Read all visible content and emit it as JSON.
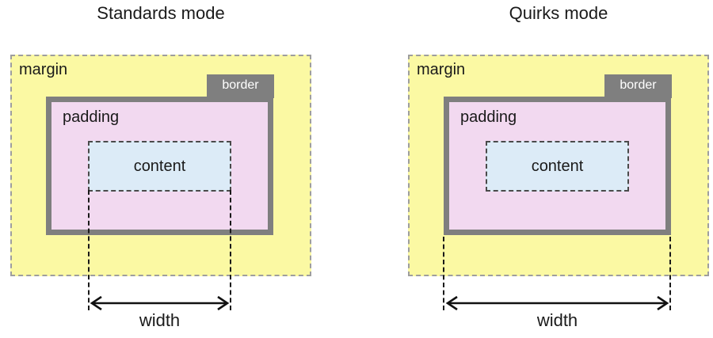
{
  "colors": {
    "margin_fill": "#fbf9a3",
    "margin_dash": "#9e9e9e",
    "border_fill": "#7f7f7f",
    "padding_fill": "#f2d9f0",
    "content_fill": "#dcebf7",
    "content_dash": "#4a4a4a",
    "guide_line": "#1a1a1a",
    "border_text": "#ffffff"
  },
  "diagrams": [
    {
      "title": "Standards mode",
      "margin_label": "margin",
      "border_label": "border",
      "padding_label": "padding",
      "content_label": "content",
      "width_label": "width",
      "width_measures": "content-box"
    },
    {
      "title": "Quirks mode",
      "margin_label": "margin",
      "border_label": "border",
      "padding_label": "padding",
      "content_label": "content",
      "width_label": "width",
      "width_measures": "border-box"
    }
  ]
}
